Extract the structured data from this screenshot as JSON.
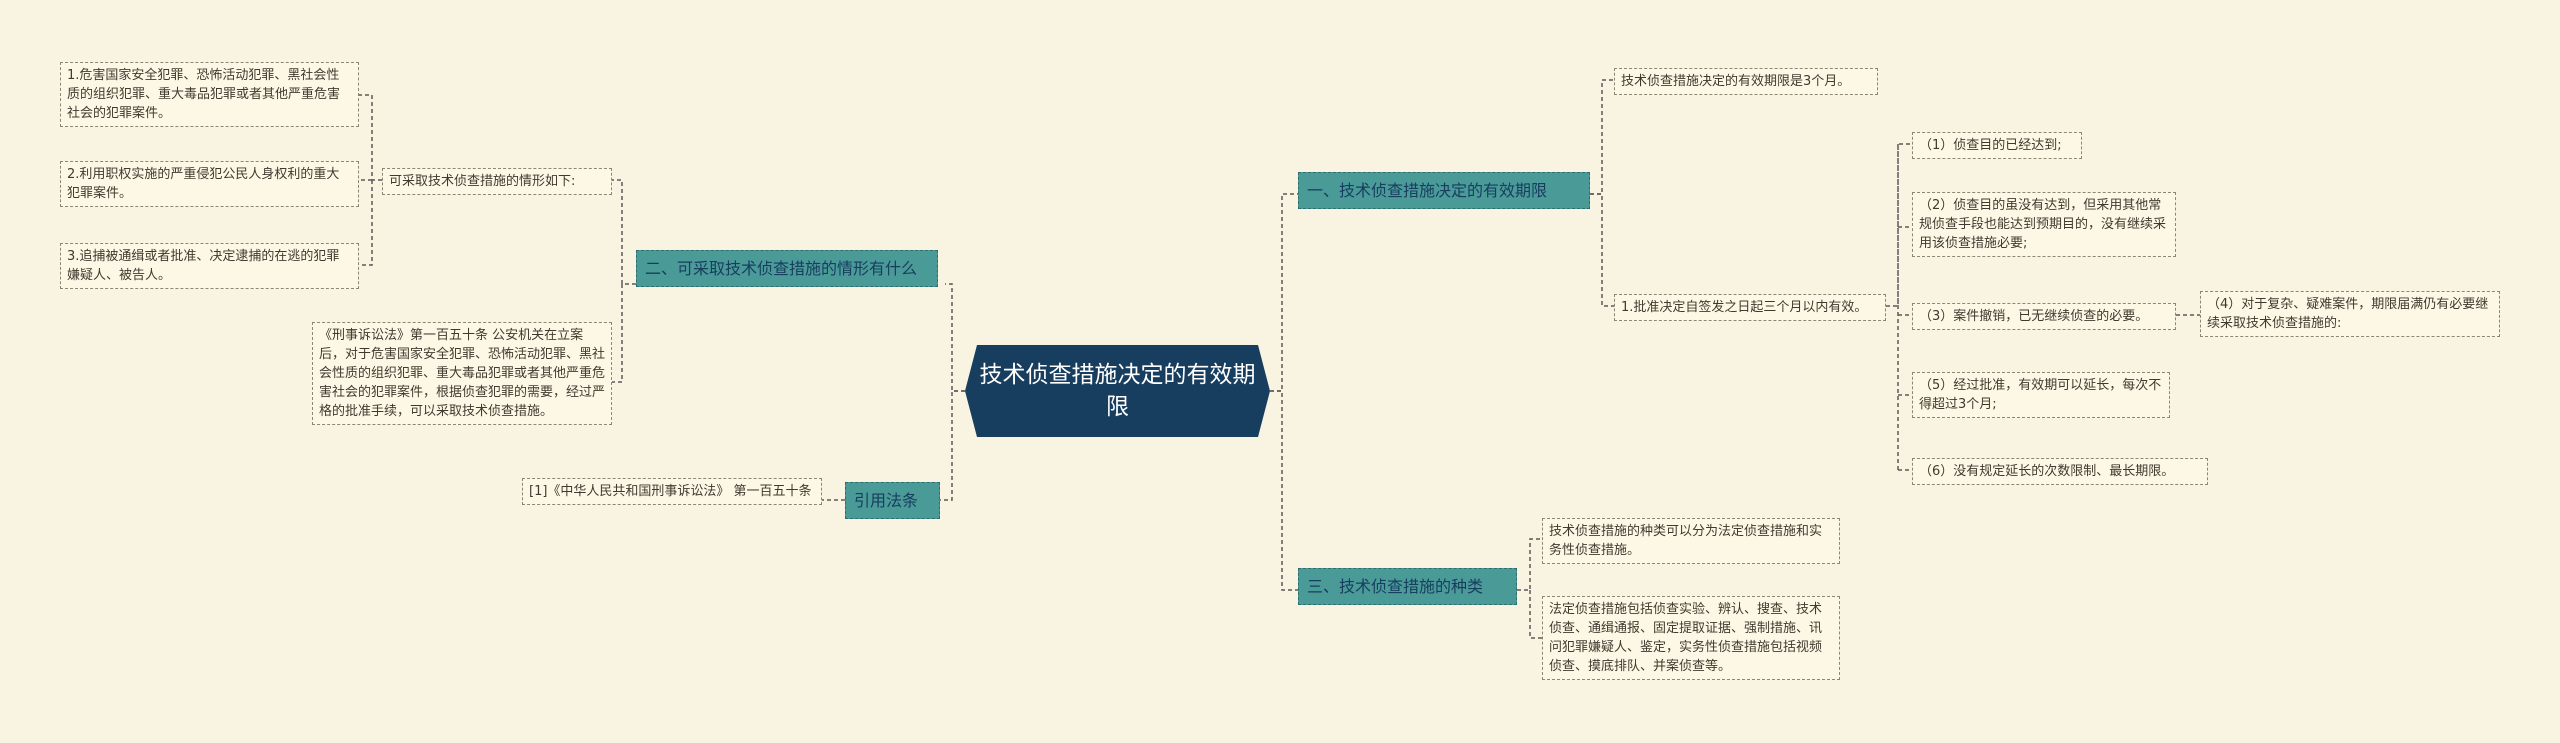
{
  "root": "技术侦查措施决定的有效期限",
  "right": [
    {
      "label": "一、技术侦查措施决定的有效期限",
      "children": [
        "技术侦查措施决定的有效期限是3个月。",
        "1.批准决定自签发之日起三个月以内有效。"
      ],
      "grandchildren": [
        "（1）侦查目的已经达到;",
        "（2）侦查目的虽没有达到，但采用其他常规侦查手段也能达到预期目的，没有继续采用该侦查措施必要;",
        "（3）案件撤销，已无继续侦查的必要。",
        "（5）经过批准，有效期可以延长，每次不得超过3个月;",
        "（6）没有规定延长的次数限制、最长期限。"
      ],
      "great_grandchild": "（4）对于复杂、疑难案件，期限届满仍有必要继续采取技术侦查措施的:"
    },
    {
      "label": "三、技术侦查措施的种类",
      "children": [
        "技术侦查措施的种类可以分为法定侦查措施和实务性侦查措施。",
        "法定侦查措施包括侦查实验、辨认、搜查、技术侦查、通缉通报、固定提取证据、强制措施、讯问犯罪嫌疑人、鉴定，实务性侦查措施包括视频侦查、摸底排队、并案侦查等。"
      ]
    }
  ],
  "left": [
    {
      "label": "二、可采取技术侦查措施的情形有什么",
      "children": [
        "可采取技术侦查措施的情形如下:",
        "《刑事诉讼法》第一百五十条 公安机关在立案后，对于危害国家安全犯罪、恐怖活动犯罪、黑社会性质的组织犯罪、重大毒品犯罪或者其他严重危害社会的犯罪案件，根据侦查犯罪的需要，经过严格的批准手续，可以采取技术侦查措施。"
      ],
      "grandchildren": [
        "1.危害国家安全犯罪、恐怖活动犯罪、黑社会性质的组织犯罪、重大毒品犯罪或者其他严重危害社会的犯罪案件。",
        "2.利用职权实施的严重侵犯公民人身权利的重大犯罪案件。",
        "3.追捕被通缉或者批准、决定逮捕的在逃的犯罪嫌疑人、被告人。"
      ]
    },
    {
      "label": "引用法条",
      "children": [
        "[1]《中华人民共和国刑事诉讼法》 第一百五十条"
      ]
    }
  ]
}
